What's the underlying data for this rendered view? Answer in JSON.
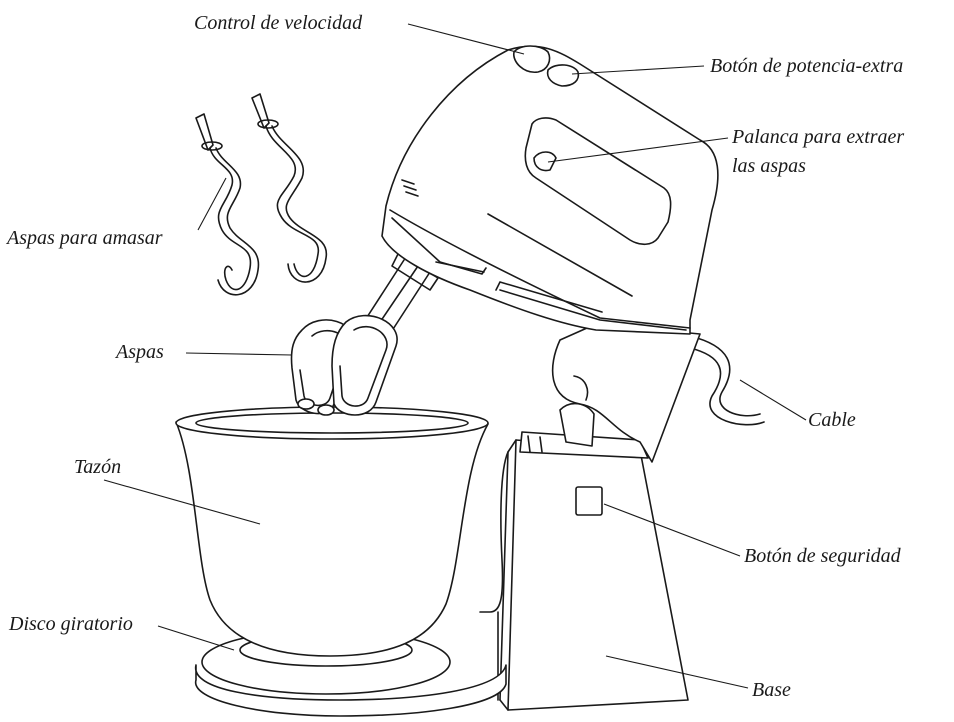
{
  "labels": {
    "speed_control": "Control de velocidad",
    "turbo_button": "Botón de potencia-extra",
    "eject_lever_line1": "Palanca para extraer",
    "eject_lever_line2": "las aspas",
    "dough_hooks": "Aspas para amasar",
    "beaters": "Aspas",
    "cord": "Cable",
    "bowl": "Tazón",
    "safety_button": "Botón de seguridad",
    "turntable": "Disco giratorio",
    "base": "Base"
  },
  "colors": {
    "ink": "#1a1a1a",
    "paper": "#ffffff"
  }
}
